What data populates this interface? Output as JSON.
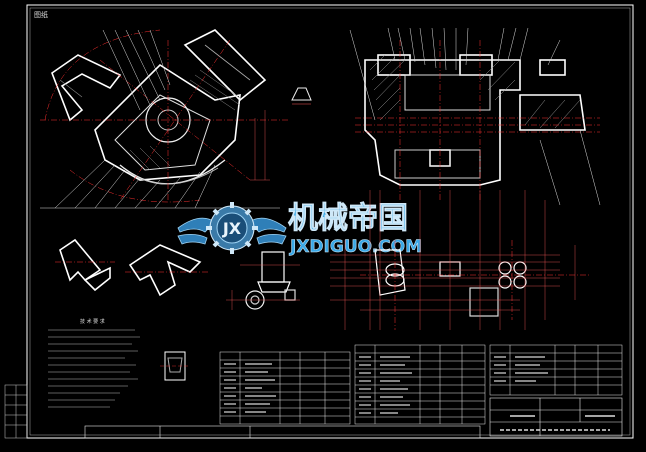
{
  "sheet": {
    "corner_label": "图纸",
    "colors": {
      "background": "#000000",
      "frame": "#ffffff",
      "centerline": "#ff3030",
      "dimension": "#ff5a5a",
      "hatch": "#9a9a9a",
      "table": "#e8e8e8",
      "watermark_blue": "#3aa8e6",
      "watermark_dark": "#1a4e78"
    }
  },
  "watermark": {
    "title": "机械帝国",
    "url": "JXDIGUO.COM",
    "logo_icon": "gear-wings-logo-icon"
  },
  "notes": {
    "title": "技 术 要 求"
  }
}
